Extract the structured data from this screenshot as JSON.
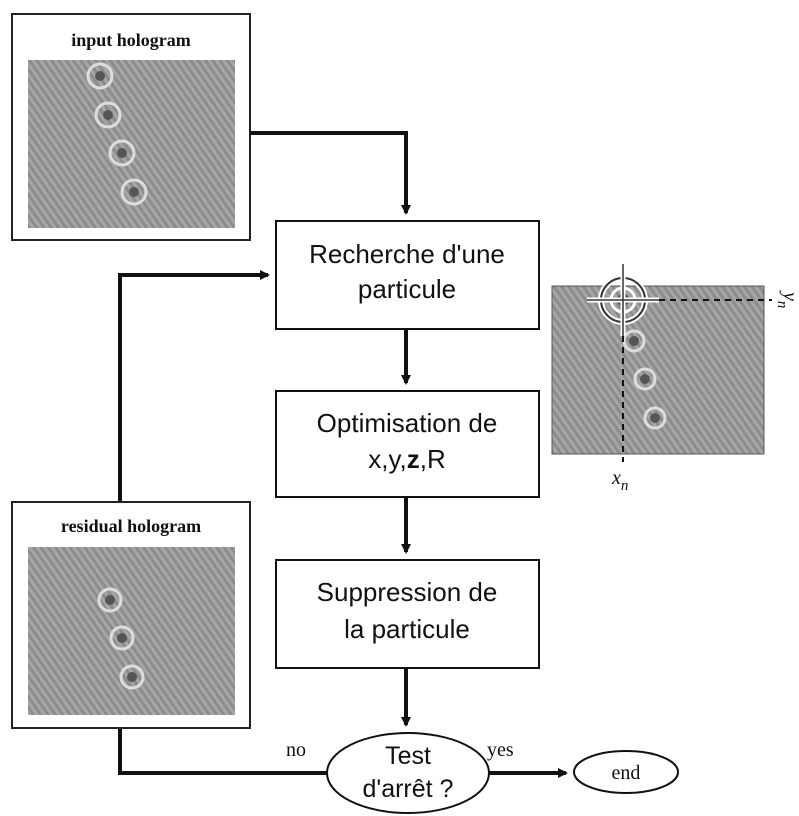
{
  "panels": {
    "input": {
      "title": "input hologram"
    },
    "residual": {
      "title": "residual hologram"
    }
  },
  "steps": {
    "search": {
      "line1": "Recherche d'une",
      "line2": "particule"
    },
    "optimise": {
      "line1": "Optimisation de",
      "line2_pre": "x,y,",
      "line2_bold": "z",
      "line2_post": ",R"
    },
    "remove": {
      "line1": "Suppression de",
      "line2": "la particule"
    }
  },
  "decision": {
    "line1": "Test",
    "line2": "d'arrêt ?",
    "no_label": "no",
    "yes_label": "yes"
  },
  "end": {
    "label": "end"
  },
  "inset": {
    "x_label": "x",
    "x_sub": "n",
    "y_label": "y",
    "y_sub": "n"
  },
  "colors": {
    "hologram_bg": "#a3a3a3",
    "hologram_fringe": "#8a8a8a",
    "line": "#111111",
    "frame": "#222222"
  }
}
